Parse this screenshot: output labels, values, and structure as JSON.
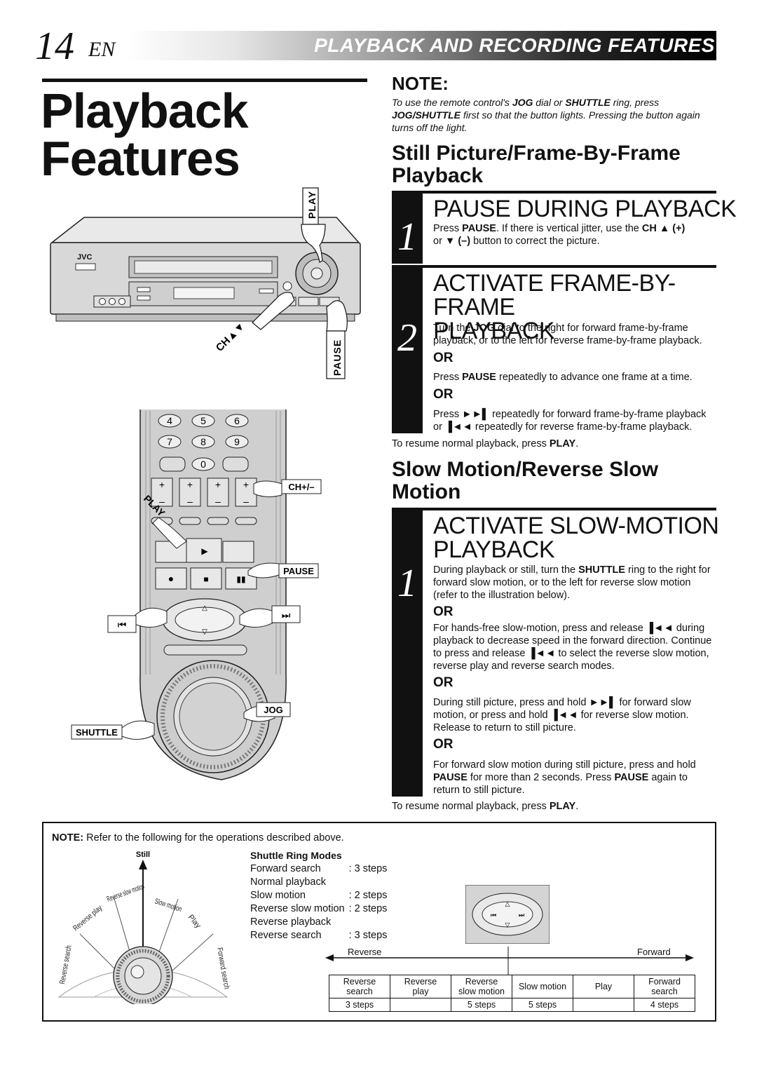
{
  "header": {
    "page_number": "14",
    "lang": "EN",
    "section": "PLAYBACK AND RECORDING FEATURES"
  },
  "main_title": {
    "line1": "Playback",
    "line2": "Features"
  },
  "note": {
    "heading": "NOTE:",
    "text_a": "To use the remote control's ",
    "jog": "JOG",
    "text_b": " dial or ",
    "shuttle": "SHUTTLE",
    "text_c": " ring, press ",
    "jog_shuttle": "JOG/SHUTTLE",
    "text_d": " first so that the button lights. Pressing the button again turns off the light."
  },
  "still_section": {
    "heading_line1": "Still Picture/Frame-By-Frame",
    "heading_line2": "Playback",
    "step1": {
      "number": "1",
      "title": "PAUSE DURING PLAYBACK",
      "t1": "Press ",
      "pause": "PAUSE",
      "t2": ". If there is vertical jitter, use the ",
      "ch": "CH ▲ (+)",
      "t3": "or ▼ ",
      "minus": "(–)",
      "t4": " button to correct the picture."
    },
    "step2": {
      "number": "2",
      "title_line1": "ACTIVATE FRAME-BY-FRAME",
      "title_line2": "PLAYBACK",
      "t1": "Turn the ",
      "jog": "JOG",
      "t2": " dial to the right for forward frame-by-frame playback, or to the left for reverse frame-by-frame playback.",
      "or1": "OR",
      "t3": "Press ",
      "pause": "PAUSE",
      "t4": " repeatedly to advance one frame at a time.",
      "or2": "OR",
      "t5a": "Press ►►▌ repeatedly for forward frame-by-frame playback",
      "t5b": "or ▐◄◄ repeatedly for reverse frame-by-frame playback."
    },
    "resume_a": "To resume normal playback, press ",
    "resume_b": "PLAY",
    "resume_c": "."
  },
  "slow_section": {
    "heading_line1": "Slow Motion/Reverse Slow",
    "heading_line2": "Motion",
    "step1": {
      "number": "1",
      "title_line1": "ACTIVATE SLOW-MOTION",
      "title_line2": "PLAYBACK",
      "p1a": "During playback or still, turn the ",
      "shuttle": "SHUTTLE",
      "p1b": " ring to the right for forward slow motion, or to the left for reverse slow motion (refer to the illustration below).",
      "or1": "OR",
      "p2": "For hands-free slow-motion, press and release ▐◄◄ during playback to decrease speed in the forward direction. Continue to press and release ▐◄◄ to select the reverse slow motion, reverse play and reverse search modes.",
      "or2": "OR",
      "p3": "During still picture, press and hold ►►▌ for forward slow motion, or press and hold ▐◄◄ for reverse slow motion. Release to return to still picture.",
      "or3": "OR",
      "p4a": "For forward slow motion during still picture, press and hold ",
      "pause1": "PAUSE",
      "p4b": " for more than 2 seconds. Press ",
      "pause2": "PAUSE",
      "p4c": " again to return to still picture."
    },
    "resume_a": "To resume normal playback, press ",
    "resume_b": "PLAY",
    "resume_c": "."
  },
  "vcr_labels": {
    "play": "PLAY",
    "ch": "CH▲▼",
    "pause": "PAUSE",
    "brand": "JVC"
  },
  "remote_labels": {
    "keys": [
      "4",
      "5",
      "6",
      "7",
      "8",
      "9",
      "0"
    ],
    "ch": "CH+/–",
    "play": "PLAY",
    "pause": "PAUSE",
    "jog": "JOG",
    "shuttle": "SHUTTLE"
  },
  "bottom": {
    "note_label": "NOTE:",
    "note_text": " Refer to the following for the operations described above.",
    "dial_labels": {
      "still": "Still",
      "reverse_slow_motion": "Reverse slow motion",
      "slow_motion": "Slow motion",
      "play": "Play",
      "reverse_play": "Reverse play",
      "reverse_search": "Reverse search",
      "forward_search": "Forward search"
    },
    "modes_title": "Shuttle Ring Modes",
    "modes": [
      {
        "name": "Forward search",
        "steps": ": 3 steps"
      },
      {
        "name": "Normal playback",
        "steps": ""
      },
      {
        "name": "Slow motion",
        "steps": ": 2 steps"
      },
      {
        "name": "Reverse slow motion",
        "steps": ": 2 steps"
      },
      {
        "name": "Reverse playback",
        "steps": ""
      },
      {
        "name": "Reverse search",
        "steps": ": 3 steps"
      }
    ],
    "axis_reverse": "Reverse",
    "axis_forward": "Forward",
    "speed_table": [
      {
        "label_a": "Reverse",
        "label_b": "search",
        "steps": "3 steps"
      },
      {
        "label_a": "Reverse",
        "label_b": "play",
        "steps": ""
      },
      {
        "label_a": "Reverse",
        "label_b": "slow motion",
        "steps": "5 steps"
      },
      {
        "label_a": "Slow motion",
        "label_b": "",
        "steps": "5 steps"
      },
      {
        "label_a": "Play",
        "label_b": "",
        "steps": ""
      },
      {
        "label_a": "Forward",
        "label_b": "search",
        "steps": "4 steps"
      }
    ]
  }
}
